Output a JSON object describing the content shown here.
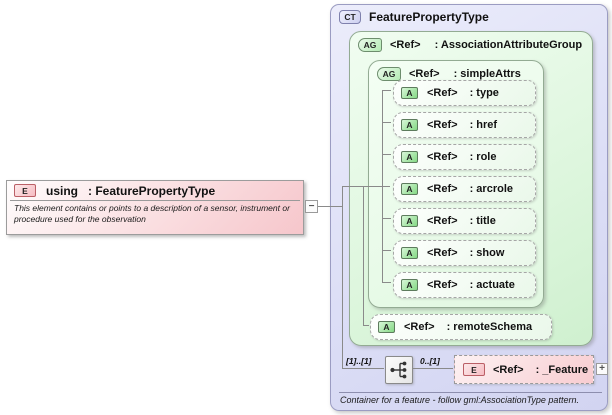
{
  "colors": {
    "complex_type_fill": "#dcdef6",
    "complex_type_border": "#9b9cc2",
    "attribute_group_fill": "#ddf6dd",
    "attribute_group_border": "#93ab93",
    "element_fill": "#f6c6cb",
    "element_badge_border": "#bb5f66",
    "connector": "#8a8a8a"
  },
  "element_box": {
    "badge": "E",
    "name": "using",
    "type_suffix": ": FeaturePropertyType",
    "annotation": "This element contains or points to a description of a sensor, instrument or procedure used for the observation",
    "collapse_glyph": "−"
  },
  "complex_type": {
    "badge": "CT",
    "title": "FeaturePropertyType",
    "footer": "Container for a feature - follow gml:AssociationType pattern.",
    "association_group": {
      "badge": "AG",
      "ref": "<Ref>",
      "name": ": AssociationAttributeGroup",
      "simple_attrs": {
        "badge": "AG",
        "ref": "<Ref>",
        "name": ": simpleAttrs",
        "attributes": [
          {
            "badge": "A",
            "ref": "<Ref>",
            "name": ": type"
          },
          {
            "badge": "A",
            "ref": "<Ref>",
            "name": ": href"
          },
          {
            "badge": "A",
            "ref": "<Ref>",
            "name": ": role"
          },
          {
            "badge": "A",
            "ref": "<Ref>",
            "name": ": arcrole"
          },
          {
            "badge": "A",
            "ref": "<Ref>",
            "name": ": title"
          },
          {
            "badge": "A",
            "ref": "<Ref>",
            "name": ": show"
          },
          {
            "badge": "A",
            "ref": "<Ref>",
            "name": ": actuate"
          }
        ]
      },
      "remote_schema": {
        "badge": "A",
        "ref": "<Ref>",
        "name": ": remoteSchema"
      }
    },
    "content_model": {
      "outer_multiplicity": "[1]..[1]",
      "inner_multiplicity": "0..[1]",
      "element": {
        "badge": "E",
        "ref": "<Ref>",
        "name": ": _Feature",
        "expand_glyph": "+"
      }
    }
  }
}
